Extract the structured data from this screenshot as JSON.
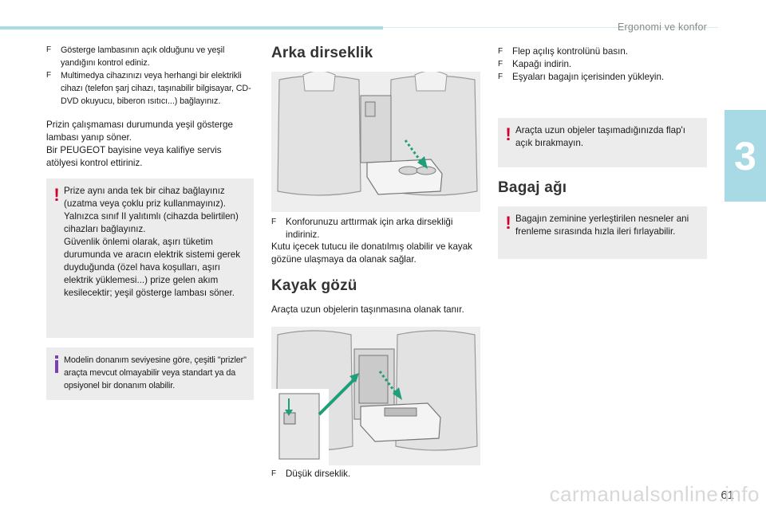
{
  "header": {
    "title": "Ergonomi ve konfor"
  },
  "chapter": {
    "number": "3"
  },
  "col1": {
    "bullets": [
      "Gösterge lambasının açık olduğunu ve yeşil yandığını kontrol ediniz.",
      "Multimedya cihazınızı veya herhangi bir elektrikli cihazı (telefon şarj cihazı, taşınabilir bilgisayar, CD-DVD okuyucu, biberon ısıtıcı...) bağlayınız."
    ],
    "paragraph_lines": [
      "Prizin çalışmaması durumunda yeşil gösterge lambası yanıp söner.",
      "Bir PEUGEOT bayisine veya kalifiye servis atölyesi kontrol ettiriniz."
    ],
    "warning_lines": [
      "Prize aynı anda tek bir cihaz bağlayınız (uzatma veya çoklu priz kullanmayınız).",
      "Yalnızca sınıf II yalıtımlı (cihazda belirtilen) cihazları bağlayınız.",
      "Güvenlik önlemi olarak, aşırı tüketim durumunda ve aracın elektrik sistemi gerek duyduğunda (özel hava koşulları, aşırı elektrik yüklemesi...) prize gelen akım kesilecektir; yeşil gösterge lambası söner."
    ],
    "info": "Modelin donanım seviyesine göre, çeşitli \"prizler\" araçta mevcut olmayabilir veya standart ya da opsiyonel bir donanım olabilir."
  },
  "col2": {
    "heading1": "Arka dirseklik",
    "bullet1": "Konforunuzu arttırmak için arka dirsekliği indiriniz.",
    "paragraph": "Kutu içecek tutucu ile donatılmış olabilir ve kayak gözüne ulaşmaya da olanak sağlar.",
    "heading2": "Kayak gözü",
    "intro": "Araçta uzun objelerin taşınmasına olanak tanır.",
    "bullet2": "Düşük dirseklik."
  },
  "col3": {
    "bullets": [
      "Flep açılış kontrolünü basın.",
      "Kapağı indirin.",
      "Eşyaları bagajın içerisinden yükleyin."
    ],
    "warning1": "Araçta uzun objeler taşımadığınızda flap'ı açık bırakmayın.",
    "heading": "Bagaj ağı",
    "warning2": "Bagajın zeminine yerleştirilen nesneler ani frenleme sırasında hızla ileri fırlayabilir."
  },
  "marker": "",
  "bullet_marker": "F",
  "page_number": "61",
  "watermark": "carmanualsonline.info",
  "colors": {
    "accent": "#a9dbe5",
    "warning": "#d0002e",
    "info": "#7b3fb3",
    "arrow": "#1f9e7a"
  }
}
